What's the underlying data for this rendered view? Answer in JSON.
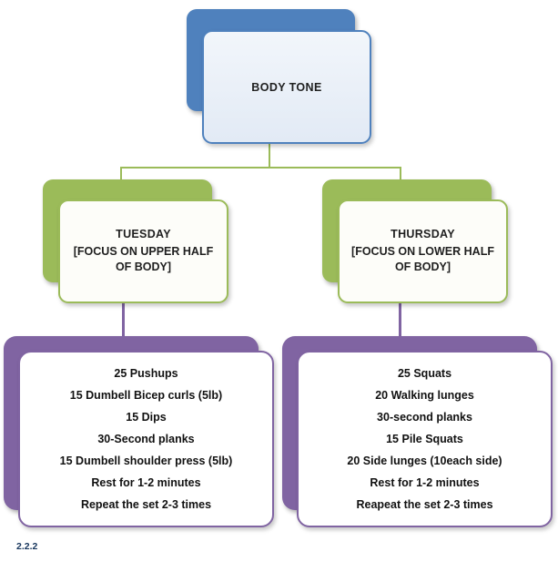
{
  "diagram": {
    "root": {
      "title": "BODY TONE"
    },
    "branches": [
      {
        "title": "TUESDAY",
        "subtitle": "[FOCUS ON UPPER HALF OF BODY]",
        "items": [
          "25 Pushups",
          "15 Dumbell Bicep curls (5lb)",
          "15 Dips",
          "30-Second planks",
          "15 Dumbell shoulder press (5lb)",
          "Rest for 1-2 minutes",
          "Repeat the set 2-3 times"
        ]
      },
      {
        "title": "THURSDAY",
        "subtitle": "[FOCUS ON LOWER HALF OF BODY]",
        "items": [
          "25 Squats",
          "20 Walking lunges",
          "30-second planks",
          "15 Pile Squats",
          "20 Side lunges (10each side)",
          "Rest for 1-2 minutes",
          "Reapeat the set 2-3 times"
        ]
      }
    ],
    "footnote": "2.2.2",
    "colors": {
      "blue": "#4f81bd",
      "blue_fill": "#e9f0f8",
      "green": "#9bbb59",
      "purple": "#8064a2",
      "footnote_blue": "#17365d"
    }
  }
}
